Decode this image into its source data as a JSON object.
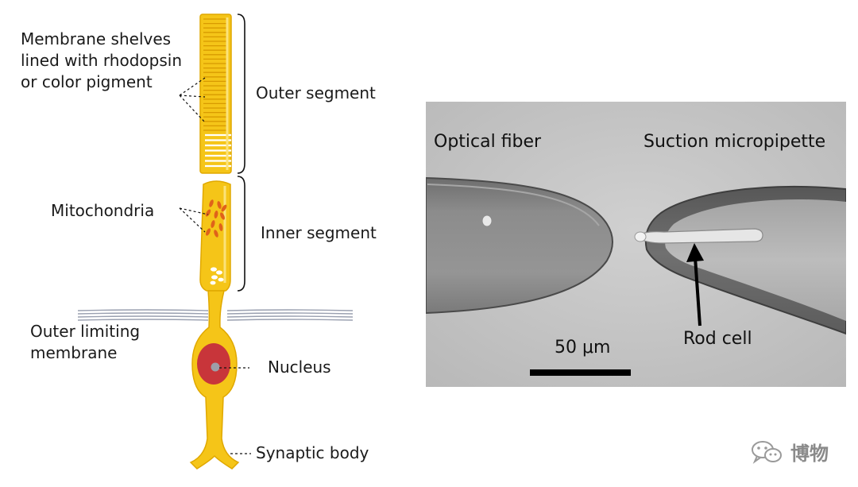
{
  "diagram": {
    "label_membrane_shelves": [
      "Membrane shelves",
      "lined with rhodopsin",
      "or color pigment"
    ],
    "label_outer_segment": "Outer segment",
    "label_mitochondria": "Mitochondria",
    "label_inner_segment": "Inner segment",
    "label_outer_limiting": [
      "Outer limiting",
      "membrane"
    ],
    "label_nucleus": "Nucleus",
    "label_synaptic_body": "Synaptic body"
  },
  "photo": {
    "label_optical_fiber": "Optical fiber",
    "label_suction_micropipette": "Suction micropipette",
    "label_rod_cell": "Rod cell",
    "scale_bar_label": "50 μm"
  },
  "watermark": {
    "text": "博物",
    "icon": "wechat-icon"
  },
  "colors": {
    "cell_fill": "#f5c518",
    "cell_stroke": "#e0a800",
    "mitochondria": "#e0621a",
    "nucleus": "#c8353a",
    "photo_bg": "#c8c8c8",
    "membrane_lines": "#9aa0b0"
  }
}
